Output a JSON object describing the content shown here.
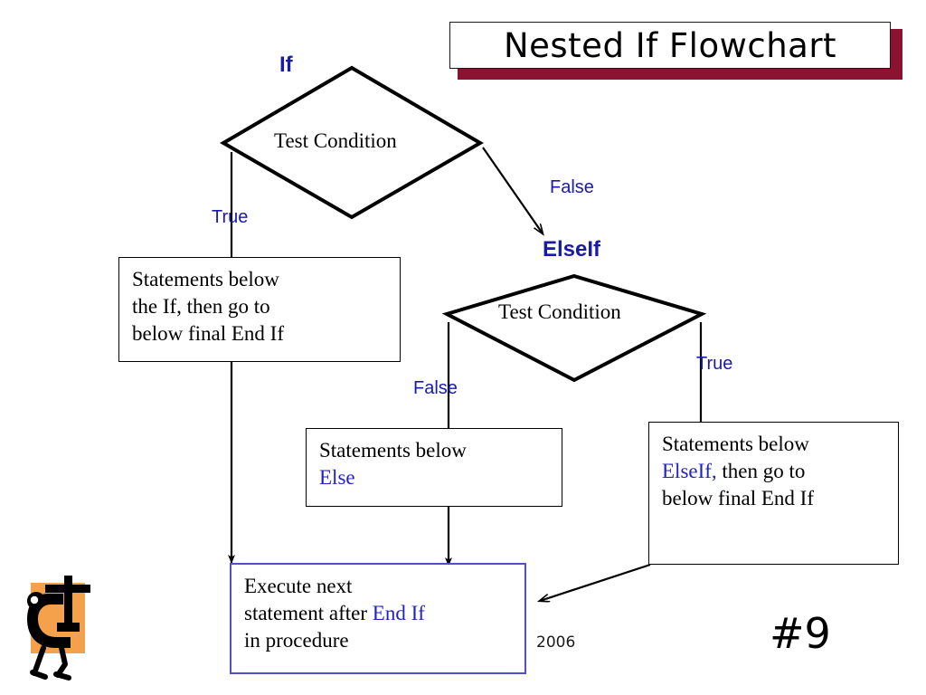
{
  "slide": {
    "title": "Nested If Flowchart",
    "year": "2006",
    "page_number": "#9",
    "background": "#ffffff",
    "title_shadow_color": "#8b1230",
    "accent_blue": "#1a1aaa",
    "keyword_blue": "#2222bb",
    "box_accent_border": "#5050c8"
  },
  "nodes": {
    "if_label": "If",
    "if_diamond_text": "Test Condition",
    "elseif_label": "ElseIf",
    "elseif_diamond_text": "Test Condition",
    "box_if_true": {
      "lines": [
        [
          {
            "t": "Statements below",
            "c": "black"
          }
        ],
        [
          {
            "t": "the If, then go to",
            "c": "black"
          }
        ],
        [
          {
            "t": "below final End If",
            "c": "black"
          }
        ]
      ]
    },
    "box_else": {
      "lines": [
        [
          {
            "t": "Statements below",
            "c": "black"
          }
        ],
        [
          {
            "t": "Else",
            "c": "blue"
          }
        ]
      ]
    },
    "box_elseif_true": {
      "lines": [
        [
          {
            "t": "Statements below",
            "c": "black"
          }
        ],
        [
          {
            "t": "ElseIf,",
            "c": "blue"
          },
          {
            "t": " then go to",
            "c": "black"
          }
        ],
        [
          {
            "t": "below final End If",
            "c": "black"
          }
        ]
      ]
    },
    "box_end": {
      "lines": [
        [
          {
            "t": "Execute next",
            "c": "black"
          }
        ],
        [
          {
            "t": "statement after ",
            "c": "black"
          },
          {
            "t": "End If",
            "c": "blue"
          }
        ],
        [
          {
            "t": "in procedure",
            "c": "black"
          }
        ]
      ]
    }
  },
  "edge_labels": {
    "if_true": "True",
    "if_false": "False",
    "elseif_false": "False",
    "elseif_true": "True"
  },
  "clipart": {
    "name": "c-clamp-mascot",
    "panel_color": "#f5a04b",
    "ink_color": "#000000"
  }
}
